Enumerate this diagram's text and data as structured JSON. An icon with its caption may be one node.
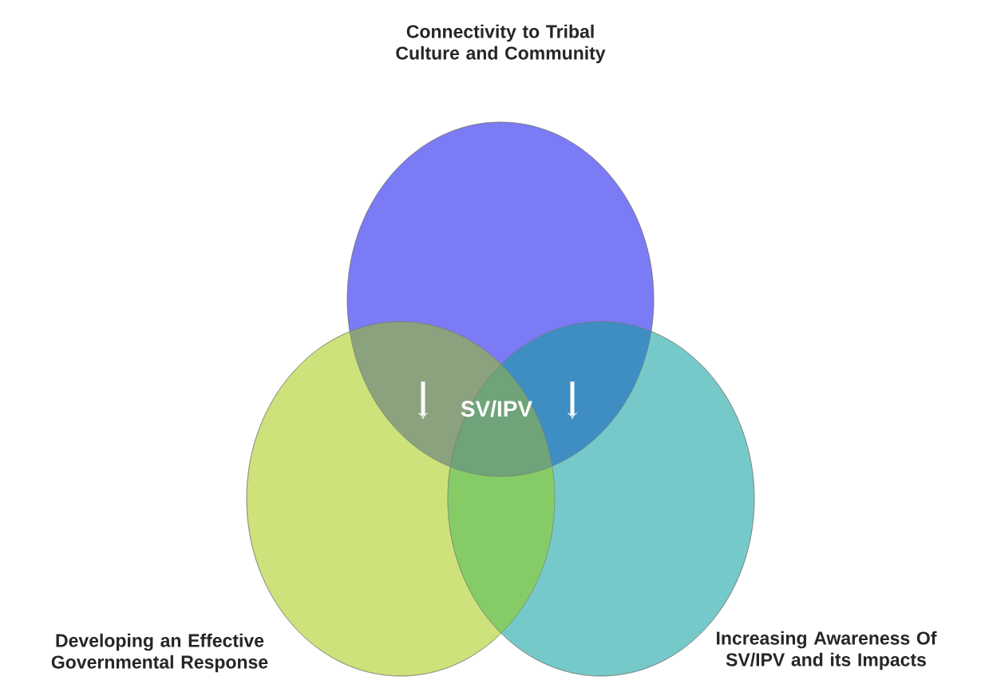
{
  "diagram": {
    "nodes": [
      {
        "text": [
          "Connectivity to Tribal Culture and Community"
        ]
      },
      {
        "text": [
          "Developing an Effective Governmental Response"
        ]
      },
      {
        "text": [
          "Increasing Awareness Of SV/IPV and its Impacts"
        ]
      }
    ],
    "labels": [
      "SV/IPV"
    ]
  }
}
